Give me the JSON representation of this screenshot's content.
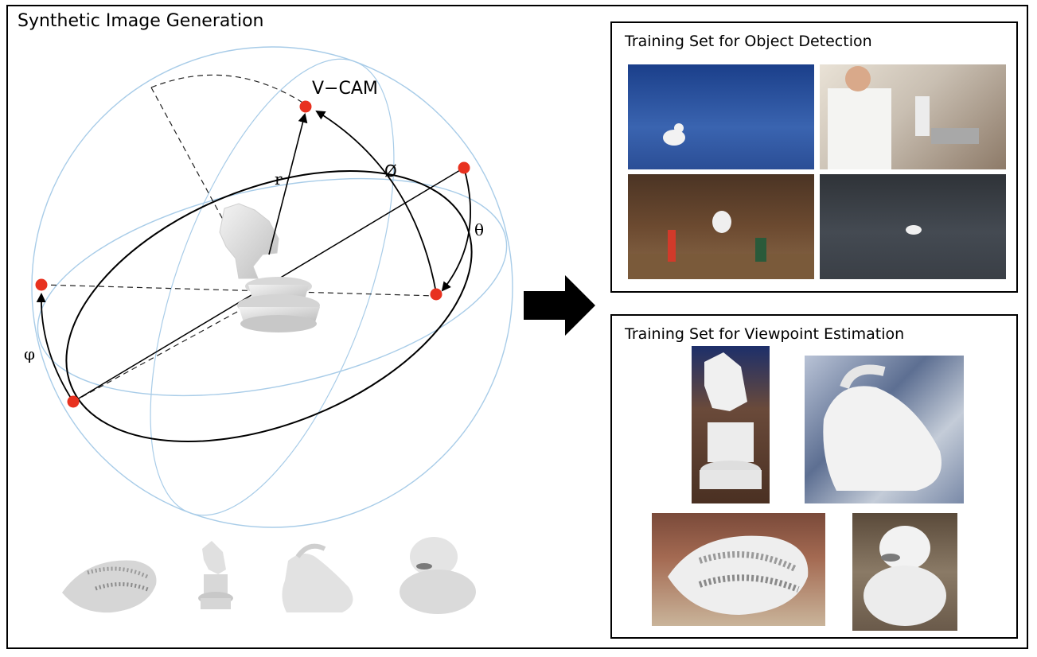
{
  "main_title": "Synthetic Image Generation",
  "labels": {
    "vcam": "V−CAM",
    "r": "r",
    "phi_slash": "Ø",
    "theta": "θ",
    "phi": "φ"
  },
  "panel_object_detection": {
    "title": "Training Set for Object Detection"
  },
  "panel_viewpoint": {
    "title": "Training Set  for Viewpoint Estimation"
  },
  "colors": {
    "sphere": "#a8cce8",
    "point": "#e8311f",
    "object": "#e2e2e2",
    "line": "#000000"
  }
}
